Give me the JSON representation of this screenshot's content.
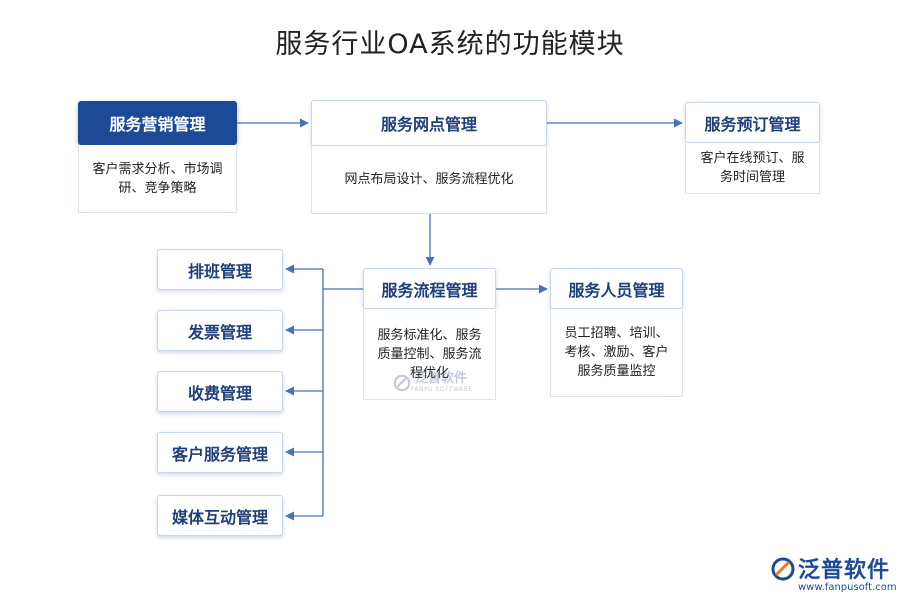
{
  "title": "服务行业OA系统的功能模块",
  "modules": {
    "marketing": {
      "title": "服务营销管理",
      "desc": "客户需求分析、市场调研、竞争策略"
    },
    "network": {
      "title": "服务网点管理",
      "desc": "网点布局设计、服务流程优化"
    },
    "booking": {
      "title": "服务预订管理",
      "desc": "客户在线预订、服务时间管理"
    },
    "process": {
      "title": "服务流程管理",
      "desc": "服务标准化、服务质量控制、服务流程优化"
    },
    "staff": {
      "title": "服务人员管理",
      "desc": "员工招聘、培训、考核、激励、客户服务质量监控"
    }
  },
  "submodules": [
    "排班管理",
    "发票管理",
    "收费管理",
    "客户服务管理",
    "媒体互动管理"
  ],
  "watermark": {
    "name": "泛普软件",
    "sub": "FANPU SOFTWARE"
  },
  "brand": {
    "name": "泛普软件",
    "url": "www.fanpusoft.com"
  },
  "colors": {
    "primary": "#1d4a96",
    "line": "#4a6fb8",
    "header_text": "#1f3f7a"
  }
}
